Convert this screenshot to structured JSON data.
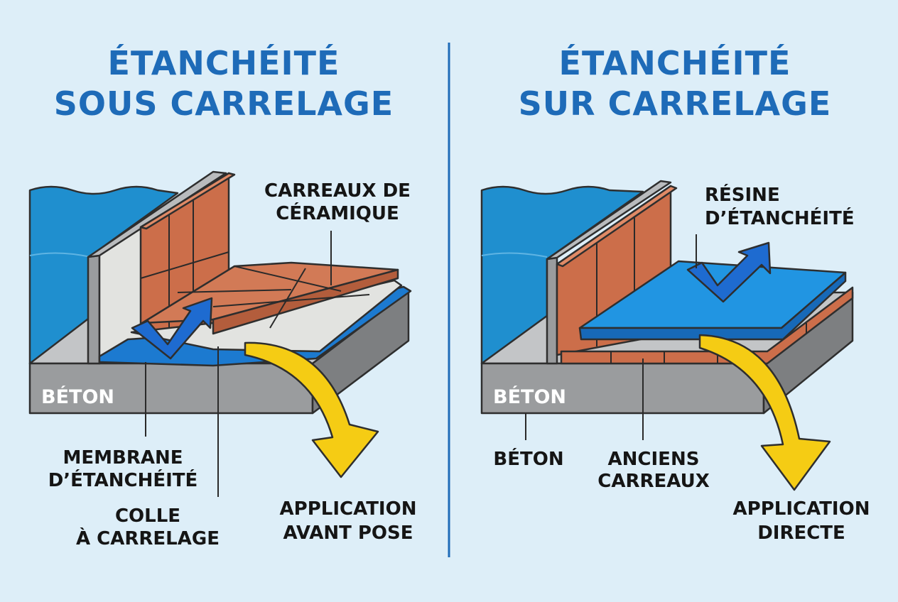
{
  "colors": {
    "background": "#ddeef8",
    "title": "#1e6bb8",
    "water": "#1f8fcf",
    "concrete": "#9a9c9e",
    "tile": "#cc6e4a",
    "membrane": "#1c7ad0",
    "resin": "#2195e2",
    "arrow_yellow": "#f5cc14",
    "label": "#151515"
  },
  "left_panel": {
    "title_line1": "ÉTANCHÉITÉ",
    "title_line2": "SOUS CARRELAGE",
    "concrete_label": "BÉTON",
    "tiles_label_line1": "CARREAUX DE",
    "tiles_label_line2": "CÉRAMIQUE",
    "membrane_label_line1": "MEMBRANE",
    "membrane_label_line2": "D’ÉTANCHÉITÉ",
    "glue_label_line1": "COLLE",
    "glue_label_line2": "À CARRELAGE",
    "application_line1": "APPLICATION",
    "application_line2": "AVANT POSE"
  },
  "right_panel": {
    "title_line1": "ÉTANCHÉITÉ",
    "title_line2": "SUR CARRELAGE",
    "concrete_label": "BÉTON",
    "concrete_callout": "BÉTON",
    "resin_label_line1": "RÉSINE",
    "resin_label_line2": "D’ÉTANCHÉITÉ",
    "old_tiles_line1": "ANCIENS",
    "old_tiles_line2": "CARREAUX",
    "application_line1": "APPLICATION",
    "application_line2": "DIRECTE"
  }
}
